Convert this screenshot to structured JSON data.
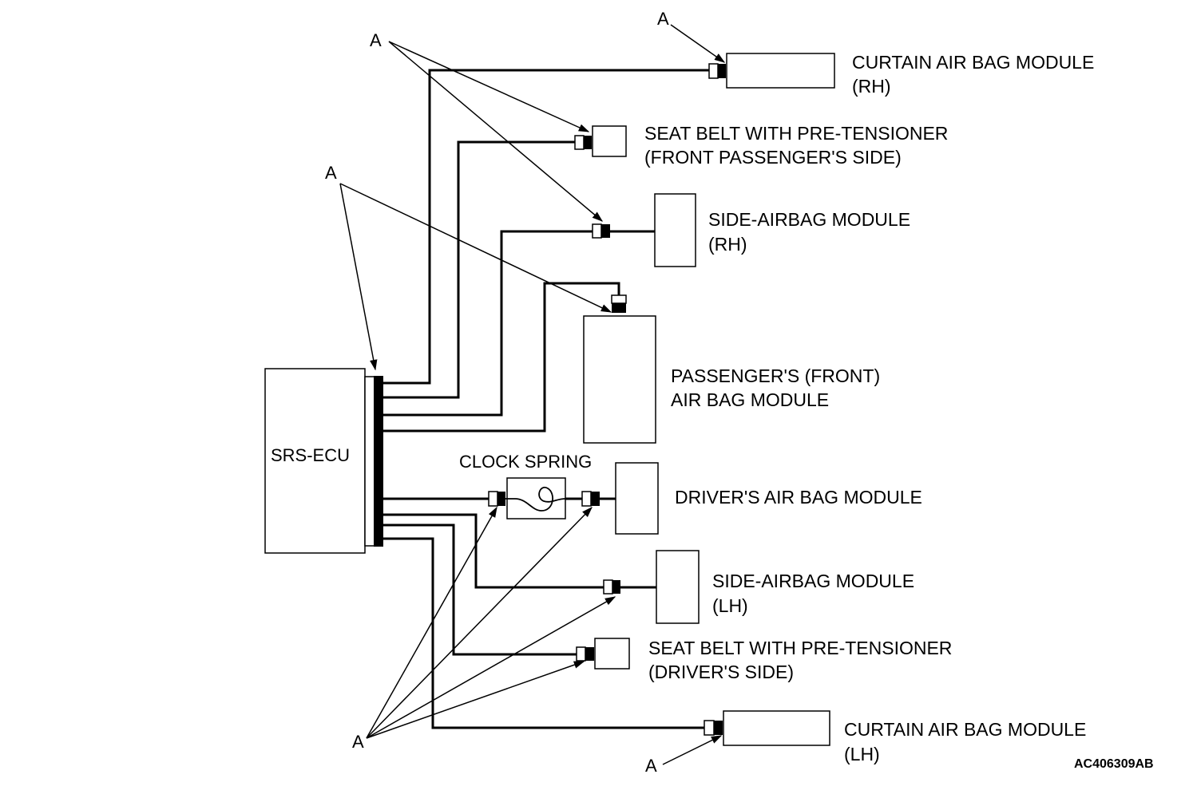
{
  "diagram": {
    "ecu_label": "SRS-ECU",
    "clock_spring_label": "CLOCK SPRING",
    "connector_marker": "A",
    "figure_code": "AC406309AB",
    "components": {
      "curtain_rh": {
        "line1": "CURTAIN AIR BAG MODULE",
        "line2": "(RH)"
      },
      "seatbelt_passenger": {
        "line1": "SEAT BELT WITH PRE-TENSIONER",
        "line2": "(FRONT PASSENGER'S SIDE)"
      },
      "side_rh": {
        "line1": "SIDE-AIRBAG MODULE",
        "line2": "(RH)"
      },
      "passenger_front": {
        "line1": "PASSENGER'S (FRONT)",
        "line2": "AIR BAG MODULE"
      },
      "driver": {
        "line1": "DRIVER'S AIR BAG MODULE"
      },
      "side_lh": {
        "line1": "SIDE-AIRBAG MODULE",
        "line2": "(LH)"
      },
      "seatbelt_driver": {
        "line1": "SEAT BELT WITH PRE-TENSIONER",
        "line2": "(DRIVER'S SIDE)"
      },
      "curtain_lh": {
        "line1": "CURTAIN AIR BAG MODULE",
        "line2": "(LH)"
      }
    }
  }
}
